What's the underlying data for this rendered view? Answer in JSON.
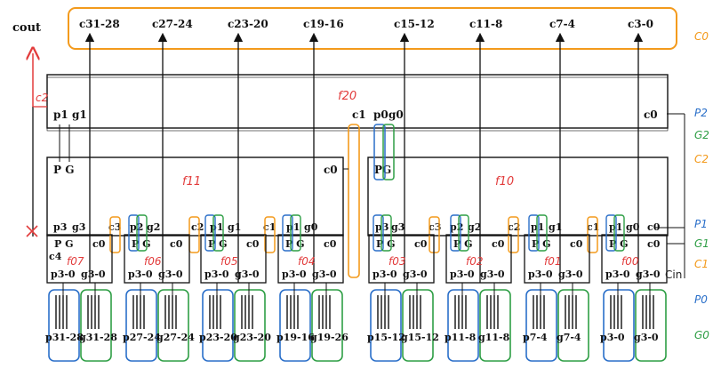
{
  "top": {
    "cout": "cout",
    "carry_outputs": [
      "c31-28",
      "c27-24",
      "c23-20",
      "c19-16",
      "c15-12",
      "c11-8",
      "c7-4",
      "c3-0"
    ]
  },
  "right_legend": [
    "C0",
    "P2",
    "G2",
    "C2",
    "P1",
    "G1",
    "C1",
    "P0",
    "G0"
  ],
  "level2": {
    "left_pins": [
      "p1",
      "g1"
    ],
    "c1": "c1",
    "pg": [
      "p0",
      "g0"
    ],
    "c0": "c0",
    "tag": "c2"
  },
  "level1": {
    "left": {
      "pg": [
        "P",
        "G"
      ],
      "c0": "c0",
      "pins": [
        "p3",
        "g3",
        "c3",
        "p2",
        "g2",
        "c2",
        "p1",
        "g1",
        "c1",
        "p1",
        "g0"
      ]
    },
    "right": {
      "pg": [
        "P",
        "G"
      ],
      "pins": [
        "p3",
        "g3",
        "c3",
        "p2",
        "g2",
        "c2",
        "p1",
        "g1",
        "c1",
        "p1",
        "g0",
        "c0"
      ]
    }
  },
  "modules": [
    {
      "tag": "f07",
      "top": "P G",
      "c0": "c0",
      "c4": "c4",
      "p": "p3-0",
      "g": "g3-0",
      "in_p": "p31-28",
      "in_g": "g31-28"
    },
    {
      "tag": "f06",
      "top": "P G",
      "c0": "c0",
      "p": "p3-0",
      "g": "g3-0",
      "in_p": "p27-24",
      "in_g": "g27-24"
    },
    {
      "tag": "f05",
      "top": "P G",
      "c0": "c0",
      "p": "p3-0",
      "g": "g3-0",
      "in_p": "p23-20",
      "in_g": "g23-20"
    },
    {
      "tag": "f04",
      "top": "P G",
      "c0": "c0",
      "p": "p3-0",
      "g": "g3-0",
      "in_p": "p19-16",
      "in_g": "g19-26"
    },
    {
      "tag": "f03",
      "top": "P G",
      "c0": "c0",
      "p": "p3-0",
      "g": "g3-0",
      "in_p": "p15-12",
      "in_g": "g15-12"
    },
    {
      "tag": "f02",
      "top": "P G",
      "c0": "c0",
      "p": "p3-0",
      "g": "g3-0",
      "in_p": "p11-8",
      "in_g": "g11-8"
    },
    {
      "tag": "f01",
      "top": "P G",
      "c0": "c0",
      "p": "p3-0",
      "g": "g3-0",
      "in_p": "p7-4",
      "in_g": "g7-4"
    },
    {
      "tag": "f00",
      "top": "P G",
      "c0": "c0",
      "p": "p3-0",
      "g": "g3-0",
      "in_p": "p3-0",
      "in_g": "g3-0"
    }
  ],
  "cin": "Cin",
  "annotations": {
    "f20": "f20",
    "f11": "f11",
    "f10": "f10"
  },
  "colors": {
    "orange": "#f39a1c",
    "blue": "#2a6fc9",
    "green": "#2e9e45",
    "red": "#e23b3b",
    "black": "#111111"
  }
}
